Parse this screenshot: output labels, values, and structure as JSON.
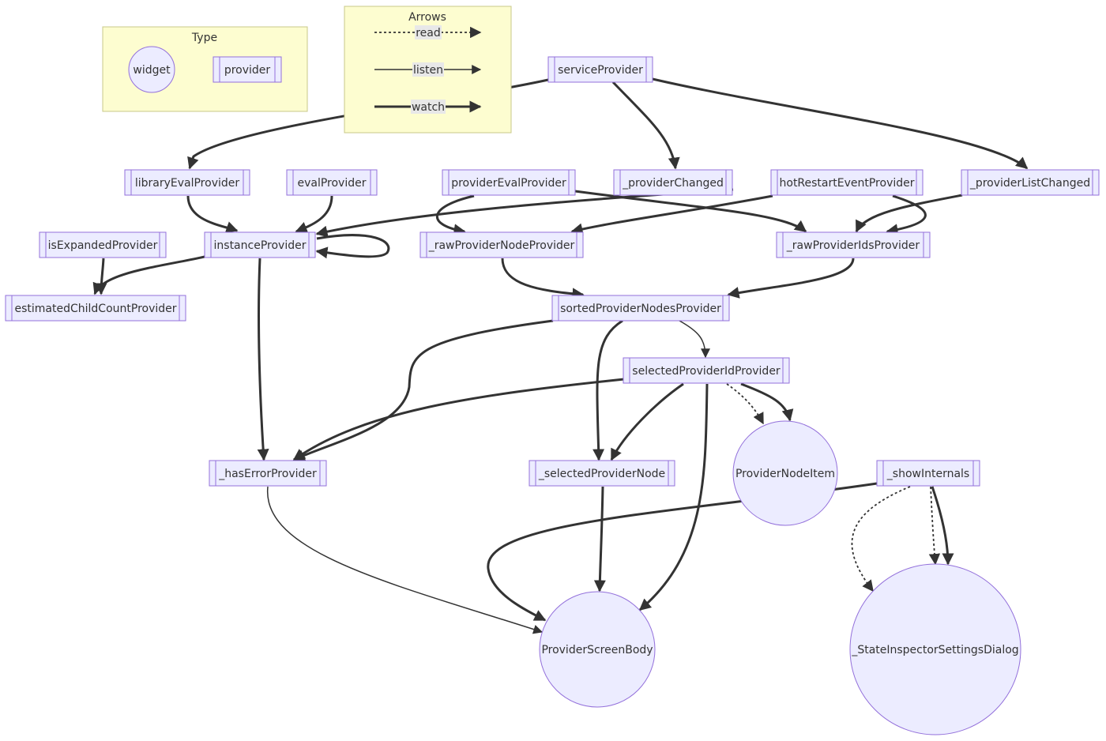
{
  "legend": {
    "type_title": "Type",
    "type_items": [
      {
        "shape": "circle",
        "label": "widget"
      },
      {
        "shape": "rect",
        "label": "provider"
      }
    ],
    "arrows_title": "Arrows",
    "arrow_items": [
      {
        "style": "read",
        "label": "read"
      },
      {
        "style": "listen",
        "label": "listen"
      },
      {
        "style": "watch",
        "label": "watch"
      }
    ]
  },
  "nodes": [
    {
      "id": "serviceProvider",
      "label": "serviceProvider",
      "type": "provider"
    },
    {
      "id": "libraryEvalProvider",
      "label": "libraryEvalProvider",
      "type": "provider"
    },
    {
      "id": "evalProvider",
      "label": "evalProvider",
      "type": "provider"
    },
    {
      "id": "providerEvalProvider",
      "label": "providerEvalProvider",
      "type": "provider"
    },
    {
      "id": "_providerChanged",
      "label": "_providerChanged",
      "type": "provider"
    },
    {
      "id": "hotRestartEventProvider",
      "label": "hotRestartEventProvider",
      "type": "provider"
    },
    {
      "id": "_providerListChanged",
      "label": "_providerListChanged",
      "type": "provider"
    },
    {
      "id": "isExpandedProvider",
      "label": "isExpandedProvider",
      "type": "provider"
    },
    {
      "id": "instanceProvider",
      "label": "instanceProvider",
      "type": "provider"
    },
    {
      "id": "_rawProviderNodeProvider",
      "label": "_rawProviderNodeProvider",
      "type": "provider"
    },
    {
      "id": "_rawProviderIdsProvider",
      "label": "_rawProviderIdsProvider",
      "type": "provider"
    },
    {
      "id": "estimatedChildCountProvider",
      "label": "estimatedChildCountProvider",
      "type": "provider"
    },
    {
      "id": "sortedProviderNodesProvider",
      "label": "sortedProviderNodesProvider",
      "type": "provider"
    },
    {
      "id": "selectedProviderIdProvider",
      "label": "selectedProviderIdProvider",
      "type": "provider"
    },
    {
      "id": "_hasErrorProvider",
      "label": "_hasErrorProvider",
      "type": "provider"
    },
    {
      "id": "_selectedProviderNode",
      "label": "_selectedProviderNode",
      "type": "provider"
    },
    {
      "id": "ProviderNodeItem",
      "label": "ProviderNodeItem",
      "type": "widget"
    },
    {
      "id": "_showInternals",
      "label": "_showInternals",
      "type": "provider"
    },
    {
      "id": "ProviderScreenBody",
      "label": "ProviderScreenBody",
      "type": "widget"
    },
    {
      "id": "_StateInspectorSettingsDialog",
      "label": "_StateInspectorSettingsDialog",
      "type": "widget"
    }
  ],
  "edges": [
    {
      "from": "serviceProvider",
      "to": "libraryEvalProvider",
      "kind": "watch"
    },
    {
      "from": "serviceProvider",
      "to": "_providerChanged",
      "kind": "watch"
    },
    {
      "from": "serviceProvider",
      "to": "_providerListChanged",
      "kind": "watch"
    },
    {
      "from": "libraryEvalProvider",
      "to": "instanceProvider",
      "kind": "watch"
    },
    {
      "from": "evalProvider",
      "to": "instanceProvider",
      "kind": "watch"
    },
    {
      "from": "_providerChanged",
      "to": "instanceProvider",
      "kind": "watch"
    },
    {
      "from": "instanceProvider",
      "to": "instanceProvider",
      "kind": "watch"
    },
    {
      "from": "providerEvalProvider",
      "to": "_rawProviderNodeProvider",
      "kind": "watch"
    },
    {
      "from": "providerEvalProvider",
      "to": "_rawProviderIdsProvider",
      "kind": "watch"
    },
    {
      "from": "hotRestartEventProvider",
      "to": "_rawProviderNodeProvider",
      "kind": "watch"
    },
    {
      "from": "hotRestartEventProvider",
      "to": "_rawProviderIdsProvider",
      "kind": "watch"
    },
    {
      "from": "_providerListChanged",
      "to": "_rawProviderIdsProvider",
      "kind": "watch"
    },
    {
      "from": "isExpandedProvider",
      "to": "estimatedChildCountProvider",
      "kind": "watch"
    },
    {
      "from": "instanceProvider",
      "to": "estimatedChildCountProvider",
      "kind": "watch"
    },
    {
      "from": "instanceProvider",
      "to": "_hasErrorProvider",
      "kind": "watch"
    },
    {
      "from": "_rawProviderNodeProvider",
      "to": "sortedProviderNodesProvider",
      "kind": "watch"
    },
    {
      "from": "_rawProviderIdsProvider",
      "to": "sortedProviderNodesProvider",
      "kind": "watch"
    },
    {
      "from": "sortedProviderNodesProvider",
      "to": "_hasErrorProvider",
      "kind": "watch"
    },
    {
      "from": "sortedProviderNodesProvider",
      "to": "_selectedProviderNode",
      "kind": "watch"
    },
    {
      "from": "sortedProviderNodesProvider",
      "to": "selectedProviderIdProvider",
      "kind": "listen"
    },
    {
      "from": "selectedProviderIdProvider",
      "to": "_hasErrorProvider",
      "kind": "watch"
    },
    {
      "from": "selectedProviderIdProvider",
      "to": "_selectedProviderNode",
      "kind": "watch"
    },
    {
      "from": "selectedProviderIdProvider",
      "to": "ProviderNodeItem",
      "kind": "read"
    },
    {
      "from": "selectedProviderIdProvider",
      "to": "ProviderNodeItem",
      "kind": "watch"
    },
    {
      "from": "selectedProviderIdProvider",
      "to": "ProviderScreenBody",
      "kind": "watch"
    },
    {
      "from": "_hasErrorProvider",
      "to": "ProviderScreenBody",
      "kind": "listen"
    },
    {
      "from": "_selectedProviderNode",
      "to": "ProviderScreenBody",
      "kind": "watch"
    },
    {
      "from": "_showInternals",
      "to": "ProviderScreenBody",
      "kind": "watch"
    },
    {
      "from": "_showInternals",
      "to": "_StateInspectorSettingsDialog",
      "kind": "read"
    },
    {
      "from": "_showInternals",
      "to": "_StateInspectorSettingsDialog",
      "kind": "read"
    },
    {
      "from": "_showInternals",
      "to": "_StateInspectorSettingsDialog",
      "kind": "watch"
    }
  ]
}
